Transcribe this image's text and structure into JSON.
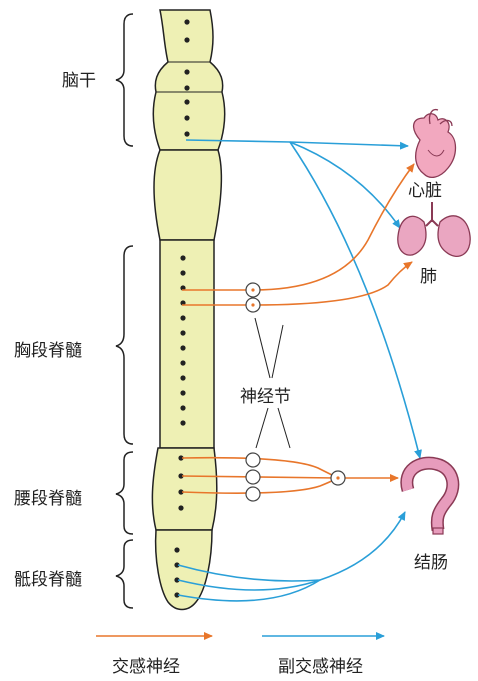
{
  "labels": {
    "brainstem": "脑干",
    "thoracic": "胸段脊髓",
    "lumbar": "腰段脊髓",
    "sacral": "骶段脊髓",
    "heart": "心脏",
    "lung": "肺",
    "colon": "结肠",
    "ganglion": "神经节"
  },
  "legend": {
    "sympathetic": "交感神经",
    "parasympathetic": "副交感神经"
  },
  "colors": {
    "cord_fill": "#eef0b4",
    "cord_stroke": "#222222",
    "sympathetic": "#e8762b",
    "parasympathetic": "#2a9fd8",
    "organ_heart": "#f2a8bf",
    "organ_lung": "#eaa6c1",
    "organ_colon": "#e79cbc"
  }
}
